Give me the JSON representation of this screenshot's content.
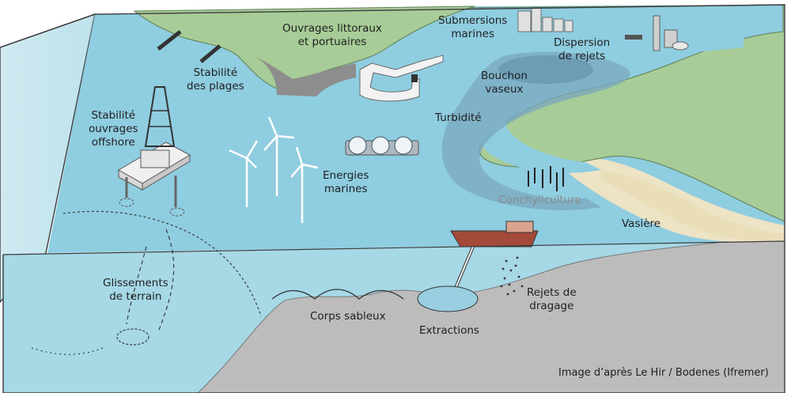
{
  "labels": {
    "littoral": [
      "Ouvrages littoraux",
      "et portuaires"
    ],
    "submersion": [
      "Submersions",
      "marines"
    ],
    "dispersion": [
      "Dispersion",
      "de rejets"
    ],
    "beaches": [
      "Stabilité",
      "des plages"
    ],
    "bouchon": [
      "Bouchon",
      "vaseux"
    ],
    "turbidite": "Turbidité",
    "offshore": [
      "Stabilité",
      "ouvrages",
      "offshore"
    ],
    "energies": [
      "Energies",
      "marines"
    ],
    "conchy": "Conchyliculture",
    "vasiere": "Vasière",
    "glissements": [
      "Glissements",
      "de terrain"
    ],
    "corps": "Corps sableux",
    "extractions": "Extractions",
    "rejets": [
      "Rejets de",
      "dragage"
    ]
  },
  "credit": "Image d’après Le Hir / Bodenes (Ifremer)"
}
